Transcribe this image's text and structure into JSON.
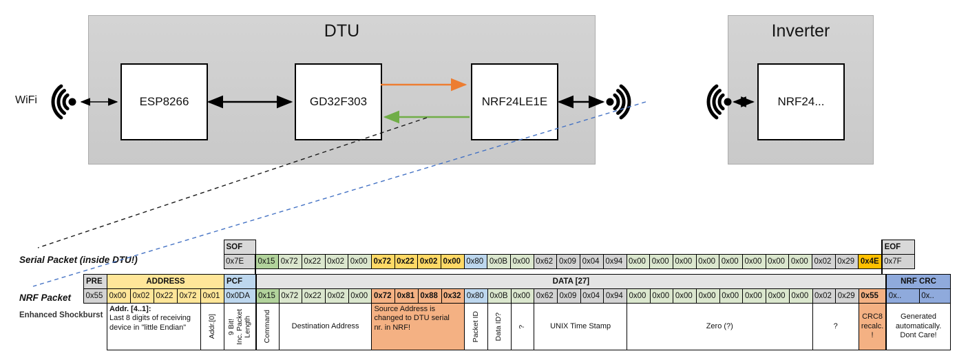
{
  "diagram": {
    "wifi_label": "WiFi",
    "dtu_title": "DTU",
    "inverter_title": "Inverter",
    "esp_label": "ESP8266",
    "gd_label": "GD32F303",
    "nrf_dtu_label": "NRF24LE1E",
    "nrf_inverter_label": "NRF24...",
    "colors": {
      "orange_arrow": "#ED7D31",
      "green_arrow": "#70AD47",
      "blue_dashed_line": "#4472C4"
    }
  },
  "serial_packet": {
    "label": "Serial Packet (inside DTU!)",
    "sof_header": "SOF",
    "sof_value": "0x7E",
    "eof_header": "EOF",
    "eof_value": "0x7F",
    "bytes": [
      {
        "v": "0x15",
        "c": "g2",
        "t": true
      },
      {
        "v": "0x72",
        "c": "g1"
      },
      {
        "v": "0x22",
        "c": "g1"
      },
      {
        "v": "0x02",
        "c": "g1"
      },
      {
        "v": "0x00",
        "c": "g1"
      },
      {
        "v": "0x72",
        "c": "gold",
        "b": true
      },
      {
        "v": "0x22",
        "c": "gold",
        "b": true
      },
      {
        "v": "0x02",
        "c": "gold",
        "b": true
      },
      {
        "v": "0x00",
        "c": "gold",
        "b": true
      },
      {
        "v": "0x80",
        "c": "lblue"
      },
      {
        "v": "0x0B",
        "c": "g1"
      },
      {
        "v": "0x00",
        "c": "g1"
      },
      {
        "v": "0x62",
        "c": "gray"
      },
      {
        "v": "0x09",
        "c": "gray"
      },
      {
        "v": "0x04",
        "c": "gray"
      },
      {
        "v": "0x94",
        "c": "gray"
      },
      {
        "v": "0x00",
        "c": "g1"
      },
      {
        "v": "0x00",
        "c": "g1"
      },
      {
        "v": "0x00",
        "c": "g1"
      },
      {
        "v": "0x00",
        "c": "g1"
      },
      {
        "v": "0x00",
        "c": "g1"
      },
      {
        "v": "0x00",
        "c": "g1"
      },
      {
        "v": "0x00",
        "c": "g1"
      },
      {
        "v": "0x00",
        "c": "g1"
      },
      {
        "v": "0x02",
        "c": "gray"
      },
      {
        "v": "0x29",
        "c": "gray"
      },
      {
        "v": "0x4E",
        "c": "deepgold",
        "b": true
      }
    ]
  },
  "nrf_packet": {
    "label": "NRF Packet",
    "sublabel": "Enhanced Shockburst",
    "pre_header": "PRE",
    "pre_value": "0x55",
    "address_header": "ADDRESS",
    "address_values": [
      "0x00",
      "0x02",
      "0x22",
      "0x72",
      "0x01"
    ],
    "pcf_header": "PCF",
    "pcf_value": "0x0DA",
    "data_header": "DATA [27]",
    "crc_header": "NRF CRC",
    "crc_values": [
      "0x..",
      "0x.."
    ],
    "bytes": [
      {
        "v": "0x15",
        "c": "g2",
        "t": true
      },
      {
        "v": "0x72",
        "c": "g1"
      },
      {
        "v": "0x22",
        "c": "g1"
      },
      {
        "v": "0x02",
        "c": "g1"
      },
      {
        "v": "0x00",
        "c": "g1"
      },
      {
        "v": "0x72",
        "c": "salmon",
        "b": true
      },
      {
        "v": "0x81",
        "c": "salmon",
        "b": true
      },
      {
        "v": "0x88",
        "c": "salmon",
        "b": true
      },
      {
        "v": "0x32",
        "c": "salmon",
        "b": true
      },
      {
        "v": "0x80",
        "c": "lblue"
      },
      {
        "v": "0x0B",
        "c": "g1"
      },
      {
        "v": "0x00",
        "c": "g1"
      },
      {
        "v": "0x62",
        "c": "gray"
      },
      {
        "v": "0x09",
        "c": "gray"
      },
      {
        "v": "0x04",
        "c": "gray"
      },
      {
        "v": "0x94",
        "c": "gray"
      },
      {
        "v": "0x00",
        "c": "g1"
      },
      {
        "v": "0x00",
        "c": "g1"
      },
      {
        "v": "0x00",
        "c": "g1"
      },
      {
        "v": "0x00",
        "c": "g1"
      },
      {
        "v": "0x00",
        "c": "g1"
      },
      {
        "v": "0x00",
        "c": "g1"
      },
      {
        "v": "0x00",
        "c": "g1"
      },
      {
        "v": "0x00",
        "c": "g1"
      },
      {
        "v": "0x02",
        "c": "gray"
      },
      {
        "v": "0x29",
        "c": "gray"
      },
      {
        "v": "0x55",
        "c": "salmon",
        "b": true
      }
    ],
    "annotations": [
      {
        "span": 4,
        "align": "left",
        "title": "Addr. [4..1]:",
        "text": "Last 8 digits of receiving\ndevice in \"little Endian\""
      },
      {
        "span": 1,
        "vertical": true,
        "text": "Addr.[0]"
      },
      {
        "span": 1,
        "vertical": true,
        "text": "9 Bit!\nInc. Packet\nLength"
      },
      {
        "span": 1,
        "vertical": true,
        "t": true,
        "text": "Command"
      },
      {
        "span": 4,
        "text": "Destination Address"
      },
      {
        "span": 4,
        "align": "left",
        "c": "salmon",
        "text": "Source Address is\nchanged to DTU serial\nnr. in NRF!"
      },
      {
        "span": 1,
        "vertical": true,
        "text": "Packet ID"
      },
      {
        "span": 1,
        "vertical": true,
        "text": "Data ID?"
      },
      {
        "span": 1,
        "vertical": true,
        "text": "?"
      },
      {
        "span": 4,
        "text": "UNIX Time Stamp"
      },
      {
        "span": 8,
        "text": "Zero (?)"
      },
      {
        "span": 2,
        "text": "?"
      },
      {
        "span": 1,
        "c": "salmon",
        "text": "CRC8\nrecalc.\n!"
      },
      {
        "span": 2,
        "t": true,
        "text": "Generated\nautomatically.\nDont Care!"
      }
    ]
  }
}
